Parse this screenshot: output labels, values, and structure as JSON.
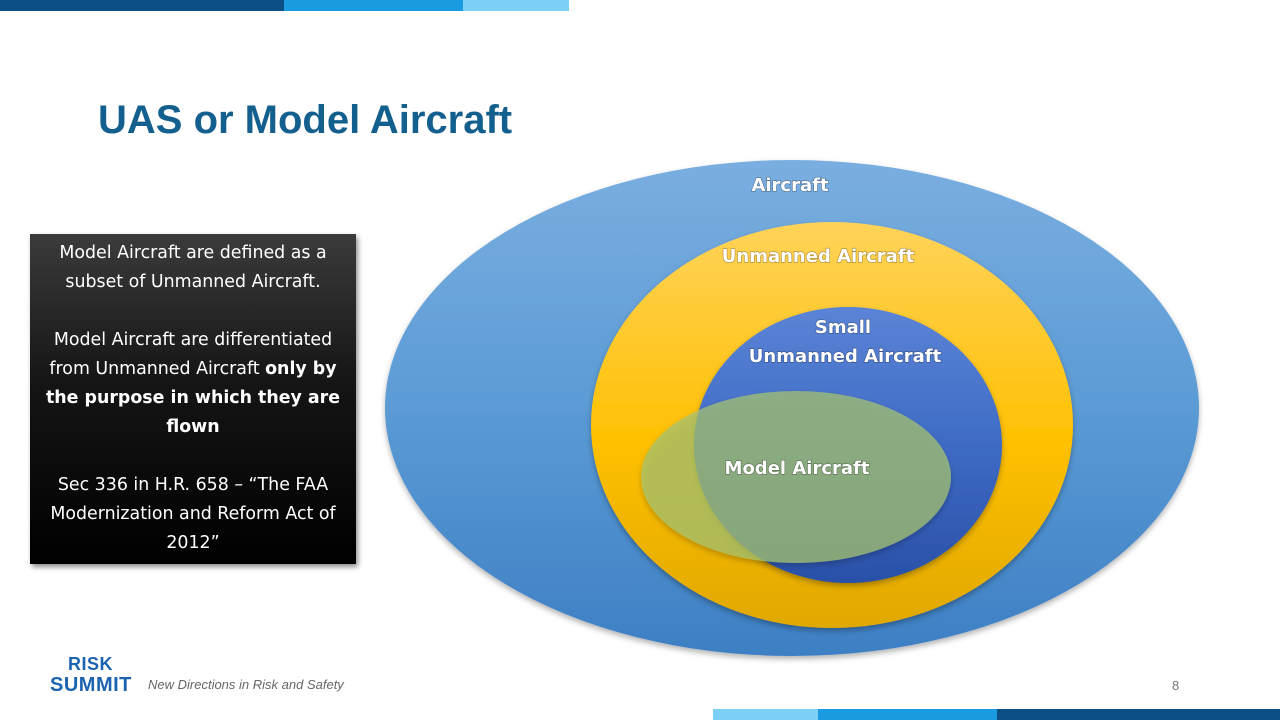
{
  "slide": {
    "title": "UAS or Model Aircraft",
    "page_number": "8"
  },
  "textbox": {
    "para1": "Model Aircraft are defined as a subset of Unmanned Aircraft.",
    "para2_normal": "Model Aircraft are differentiated from Unmanned Aircraft ",
    "para2_bold": "only by the purpose in which they are flown",
    "para3": "Sec 336 in H.R. 658 – “The FAA Modernization and Reform Act of 2012”"
  },
  "diagram": {
    "aircraft_label": "Aircraft",
    "unmanned_label": "Unmanned Aircraft",
    "small_label_line1": "Small",
    "small_label_line2": "Unmanned Aircraft",
    "model_label": "Model Aircraft"
  },
  "footer": {
    "logo_line1": "RISK",
    "logo_line2": "SUMMIT",
    "tagline": "New Directions in Risk and Safety"
  },
  "colors": {
    "title": "#135f8e",
    "bar_dark": "#0c4f84",
    "bar_mid": "#1a9be0",
    "bar_light": "#7cd0f7",
    "aircraft": "#5b9bd5",
    "unmanned": "#ffc000",
    "small": "#3e6bc5",
    "model": "#8bb05a"
  }
}
